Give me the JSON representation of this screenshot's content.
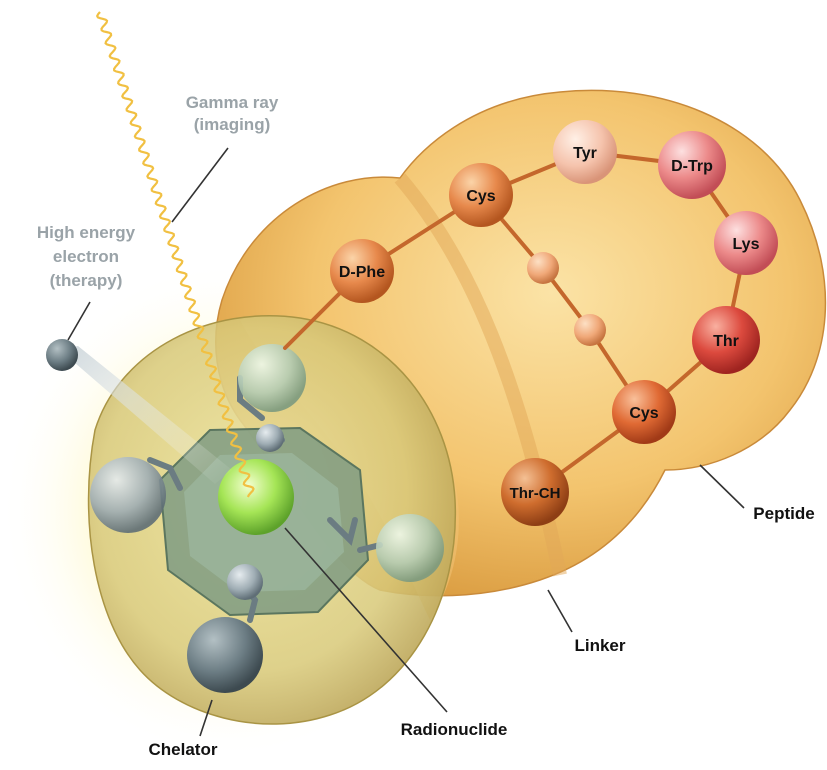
{
  "labels": {
    "gamma_line1": "Gamma ray",
    "gamma_line2": "(imaging)",
    "electron_line1": "High energy",
    "electron_line2": "electron",
    "electron_line3": "(therapy)",
    "peptide": "Peptide",
    "linker": "Linker",
    "radionuclide": "Radionuclide",
    "chelator": "Chelator"
  },
  "residues": {
    "cys_top": "Cys",
    "tyr": "Tyr",
    "dtrp": "D-Trp",
    "dphe": "D-Phe",
    "lys": "Lys",
    "thr": "Thr",
    "cys_bottom": "Cys",
    "thrch": "Thr-CH"
  },
  "colors": {
    "peptide_body": "#f3c877",
    "chelator_body": "#d9cf8a",
    "radionuclide": "#9be04a",
    "chelator_ring": "#7e9a80",
    "callout_text_grey": "#9aa3a8",
    "callout_text_dark": "#111111"
  }
}
